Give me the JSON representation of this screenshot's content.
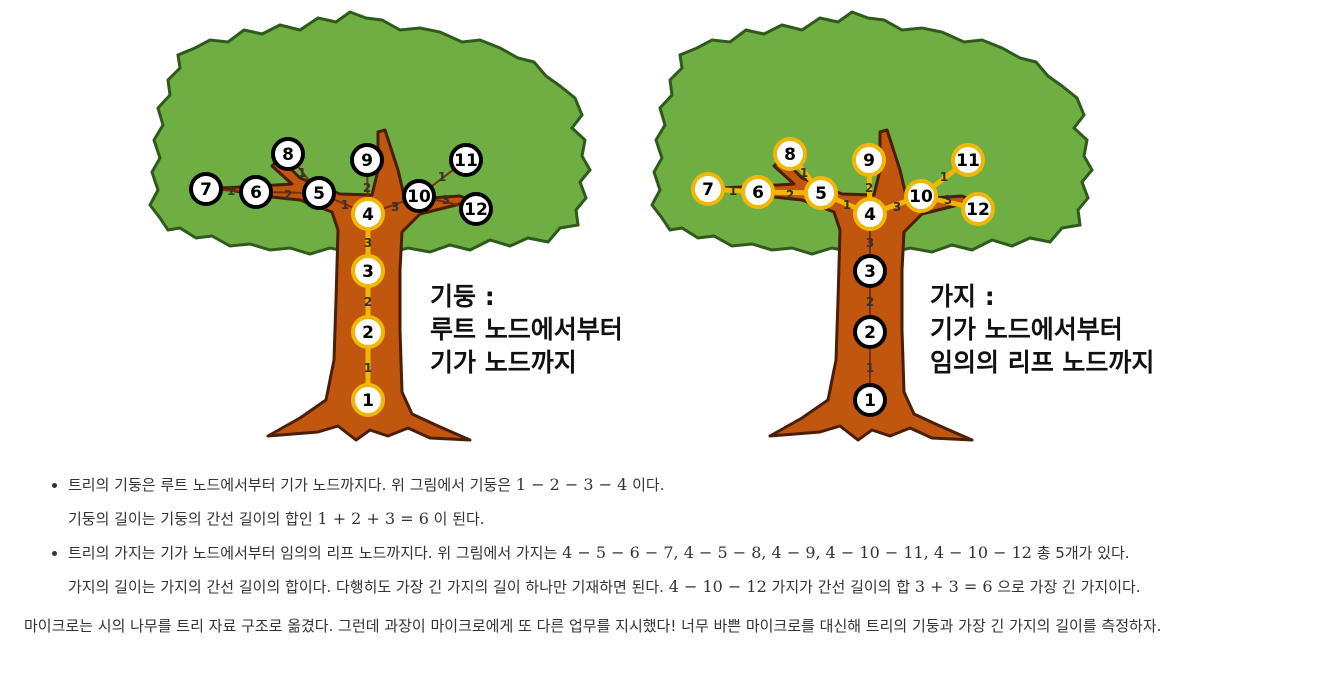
{
  "figure": {
    "left_tree": {
      "caption_lines": [
        "기둥 :",
        "루트 노드에서부터",
        "기가 노드까지"
      ],
      "node_labels": [
        "1",
        "2",
        "3",
        "4",
        "5",
        "6",
        "7",
        "8",
        "9",
        "10",
        "11",
        "12"
      ],
      "edge_weights": [
        "1",
        "2",
        "3",
        "1",
        "2",
        "1",
        "1",
        "2",
        "3",
        "1",
        "3"
      ]
    },
    "right_tree": {
      "caption_lines": [
        "가지 :",
        "기가 노드에서부터",
        "임의의 리프 노드까지"
      ],
      "node_labels": [
        "1",
        "2",
        "3",
        "4",
        "5",
        "6",
        "7",
        "8",
        "9",
        "10",
        "11",
        "12"
      ],
      "edge_weights": [
        "1",
        "2",
        "3",
        "1",
        "2",
        "1",
        "1",
        "2",
        "3",
        "1",
        "3"
      ]
    },
    "colors": {
      "leaves": "#6eae43",
      "leaves_outline": "#2f5a1c",
      "trunk": "#c1560f",
      "trunk_outline": "#4a1f05",
      "highlight_ring": "#f2b705",
      "dark_ring": "#000000"
    }
  },
  "list": {
    "item1": {
      "line1_pre": "트리의 기둥은 루트 노드에서부터 기가 노드까지다. 위 그림에서 기둥은 ",
      "line1_math": "1 − 2 − 3 − 4",
      "line1_post": " 이다.",
      "line2_pre": "기둥의 길이는 기둥의 간선 길이의 합인 ",
      "line2_math": "1 + 2 + 3 = 6",
      "line2_post": " 이 된다."
    },
    "item2": {
      "line1_pre": "트리의 가지는 기가 노드에서부터 임의의 리프 노드까지다. 위 그림에서 가지는 ",
      "line1_math": "4 − 5 − 6 − 7, 4 − 5 − 8, 4 − 9, 4 − 10 − 11, 4 − 10 − 12",
      "line1_post": " 총 5개가 있다.",
      "line2_pre": "가지의 길이는 가지의 간선 길이의 합이다. 다행히도 가장 긴 가지의 길이 하나만 기재하면 된다. ",
      "line2_math_a": "4 − 10 − 12",
      "line2_mid": " 가지가 간선 길이의 합 ",
      "line2_math_b": "3 + 3 = 6",
      "line2_post": " 으로 가장 긴 가지이다."
    }
  },
  "paragraph": "마이크로는 시의 나무를 트리 자료 구조로 옮겼다. 그런데 과장이 마이크로에게 또 다른 업무를 지시했다! 너무 바쁜 마이크로를 대신해 트리의 기둥과 가장 긴 가지의 길이를 측정하자."
}
